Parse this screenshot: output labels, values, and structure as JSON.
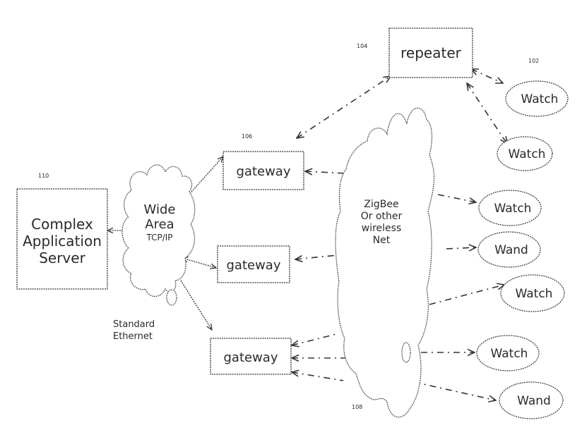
{
  "reference_numbers": {
    "server": "110",
    "gateway_top": "106",
    "repeater": "104",
    "watch_top": "102",
    "network": "108"
  },
  "server": {
    "lines": [
      "Complex",
      "Application",
      "Server"
    ]
  },
  "wide_area_cloud": {
    "lines": [
      "Wide",
      "Area",
      "TCP/IP"
    ]
  },
  "ethernet_label": {
    "lines": [
      "Standard",
      "Ethernet"
    ]
  },
  "gateways": [
    {
      "label": "gateway"
    },
    {
      "label": "gateway"
    },
    {
      "label": "gateway"
    }
  ],
  "repeater": {
    "label": "repeater"
  },
  "wireless_cloud": {
    "lines": [
      "ZigBee",
      "Or other",
      "wireless",
      "Net"
    ]
  },
  "devices": [
    {
      "label": "Watch"
    },
    {
      "label": "Watch"
    },
    {
      "label": "Watch"
    },
    {
      "label": "Wand"
    },
    {
      "label": "Watch"
    },
    {
      "label": "Watch"
    },
    {
      "label": "Wand"
    }
  ]
}
